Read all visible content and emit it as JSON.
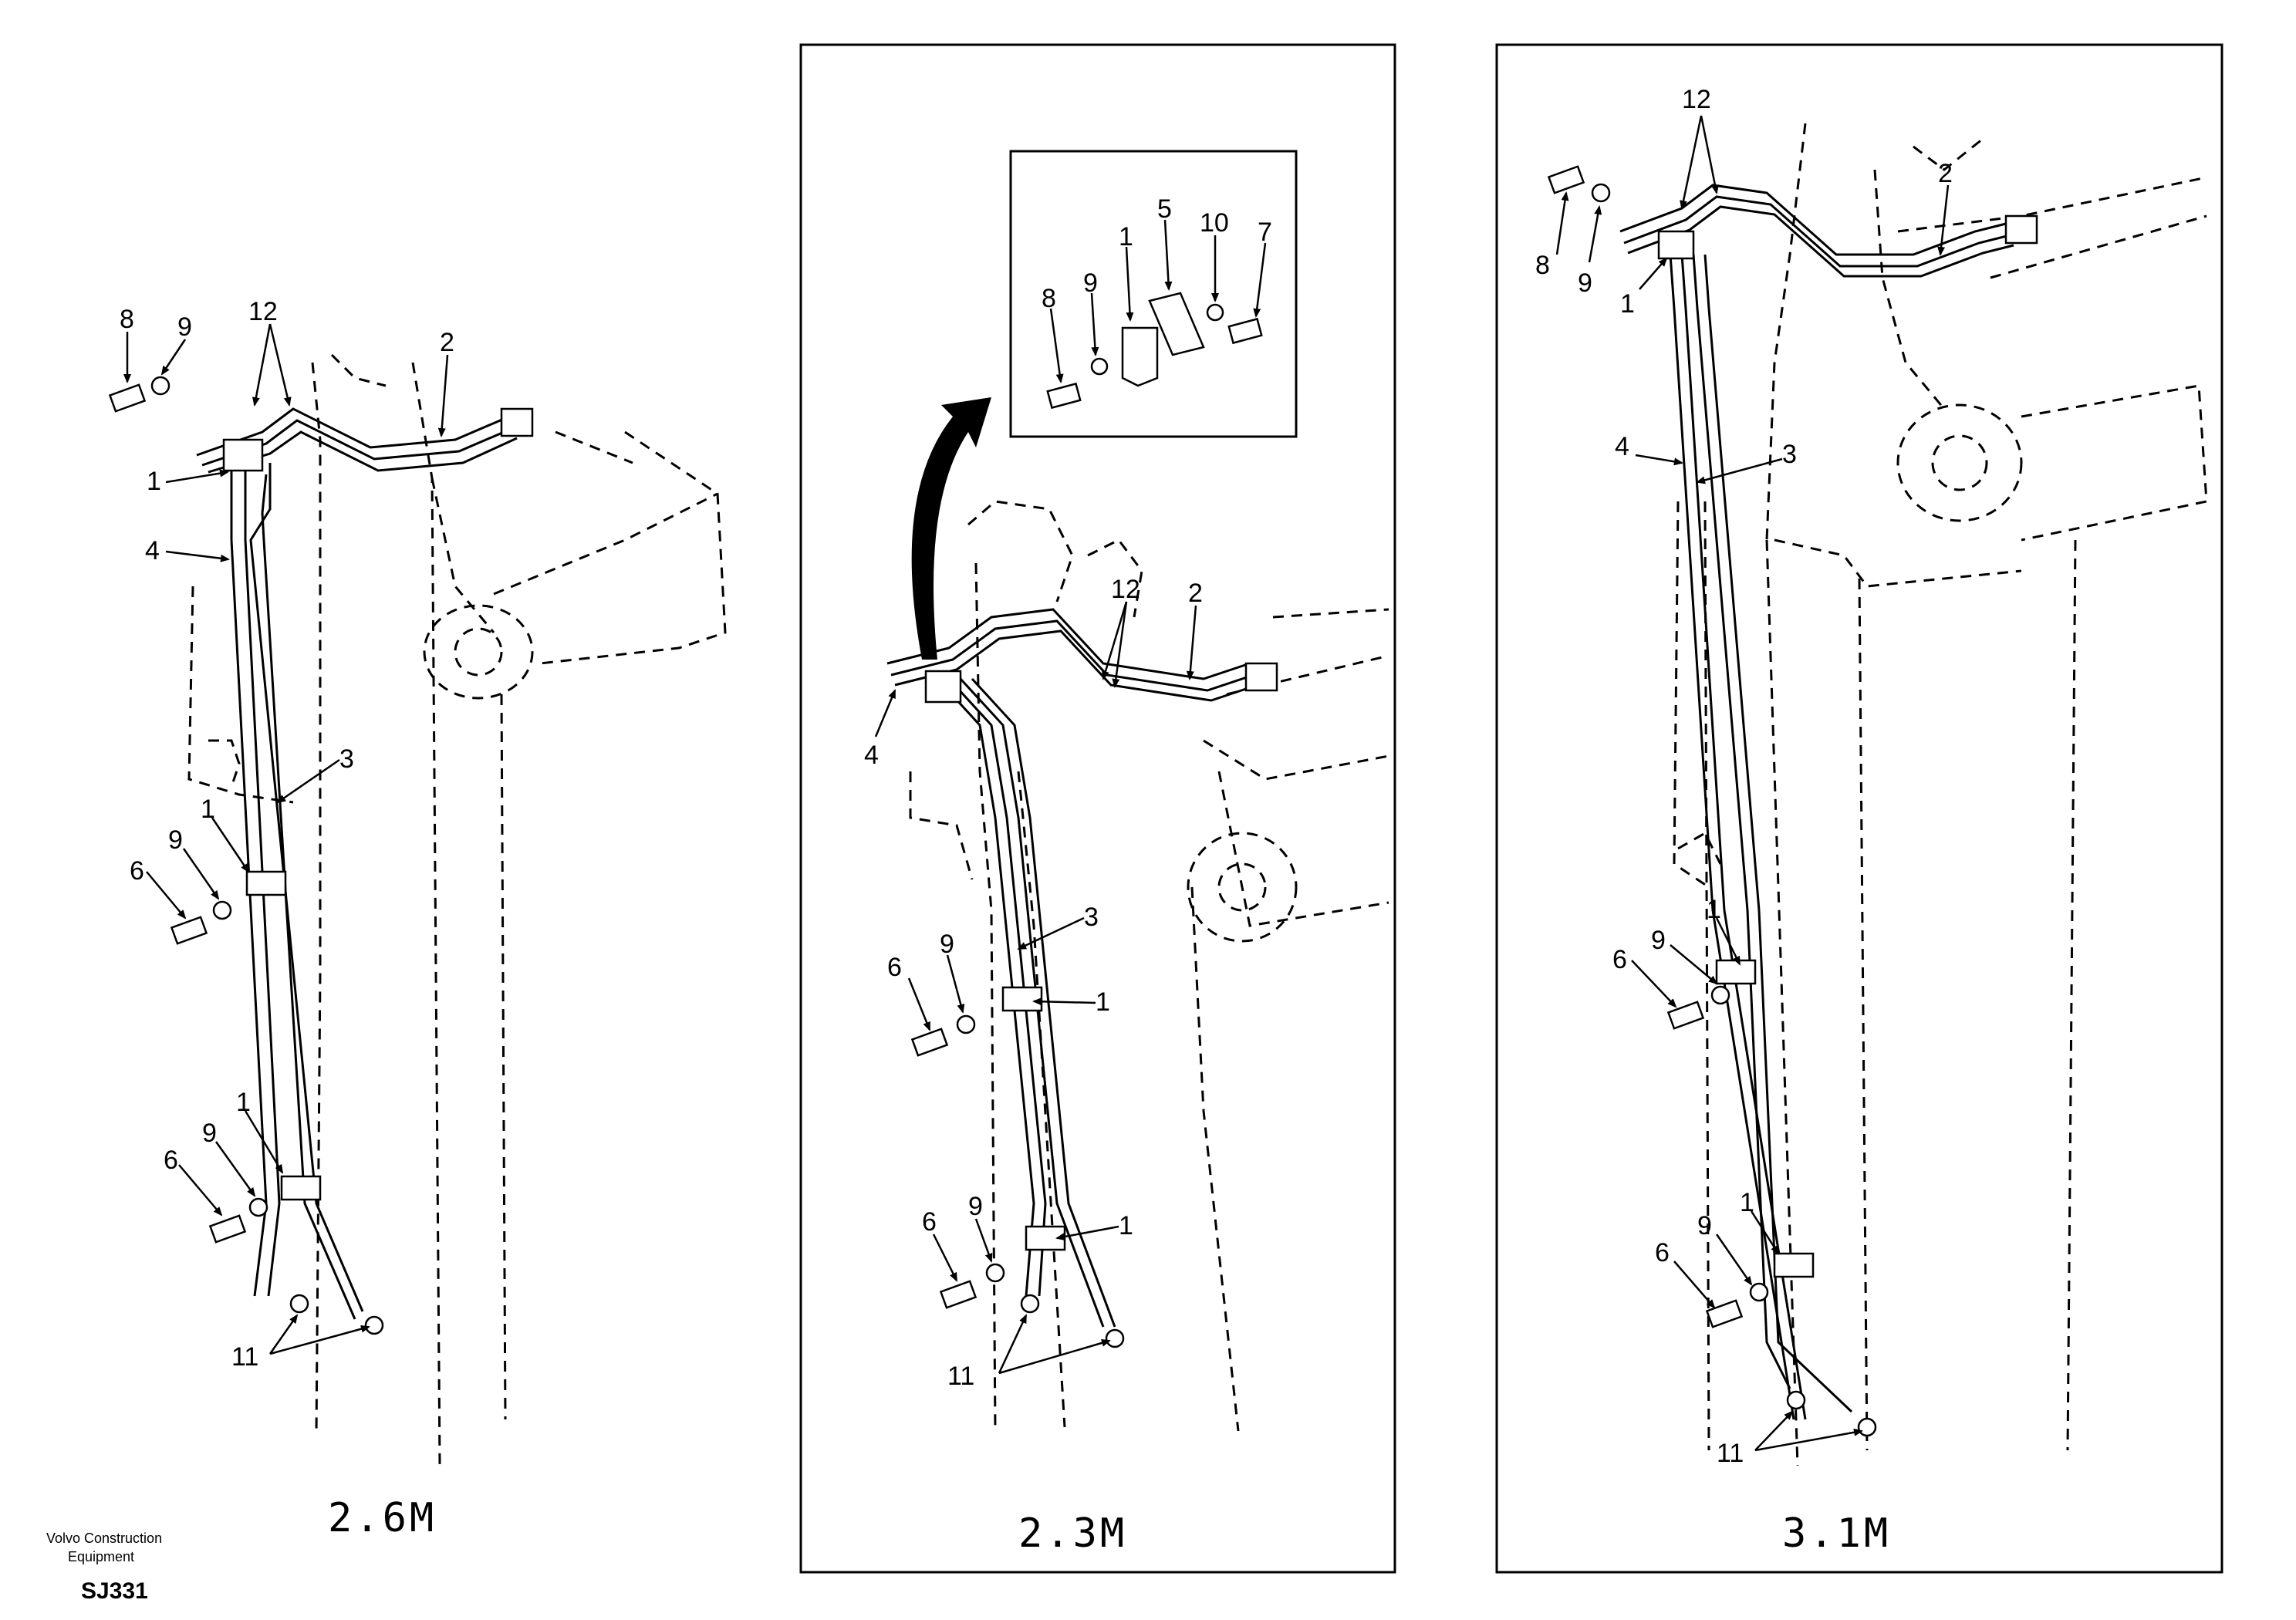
{
  "variants": [
    {
      "label": "2.6M",
      "callouts": [
        "8",
        "9",
        "12",
        "2",
        "1",
        "4",
        "3",
        "1",
        "9",
        "6",
        "1",
        "9",
        "6",
        "11"
      ]
    },
    {
      "label": "2.3M",
      "callouts": [
        "12",
        "2",
        "4",
        "3",
        "9",
        "6",
        "1",
        "9",
        "6",
        "1",
        "11"
      ],
      "detail": {
        "callouts": [
          "5",
          "1",
          "10",
          "7",
          "9",
          "8"
        ]
      }
    },
    {
      "label": "3.1M",
      "callouts": [
        "12",
        "2",
        "8",
        "9",
        "1",
        "4",
        "3",
        "9",
        "1",
        "6",
        "1",
        "9",
        "6",
        "11"
      ]
    }
  ],
  "brand": {
    "line1": "Volvo Construction",
    "line2": "Equipment",
    "code": "SJ331"
  }
}
